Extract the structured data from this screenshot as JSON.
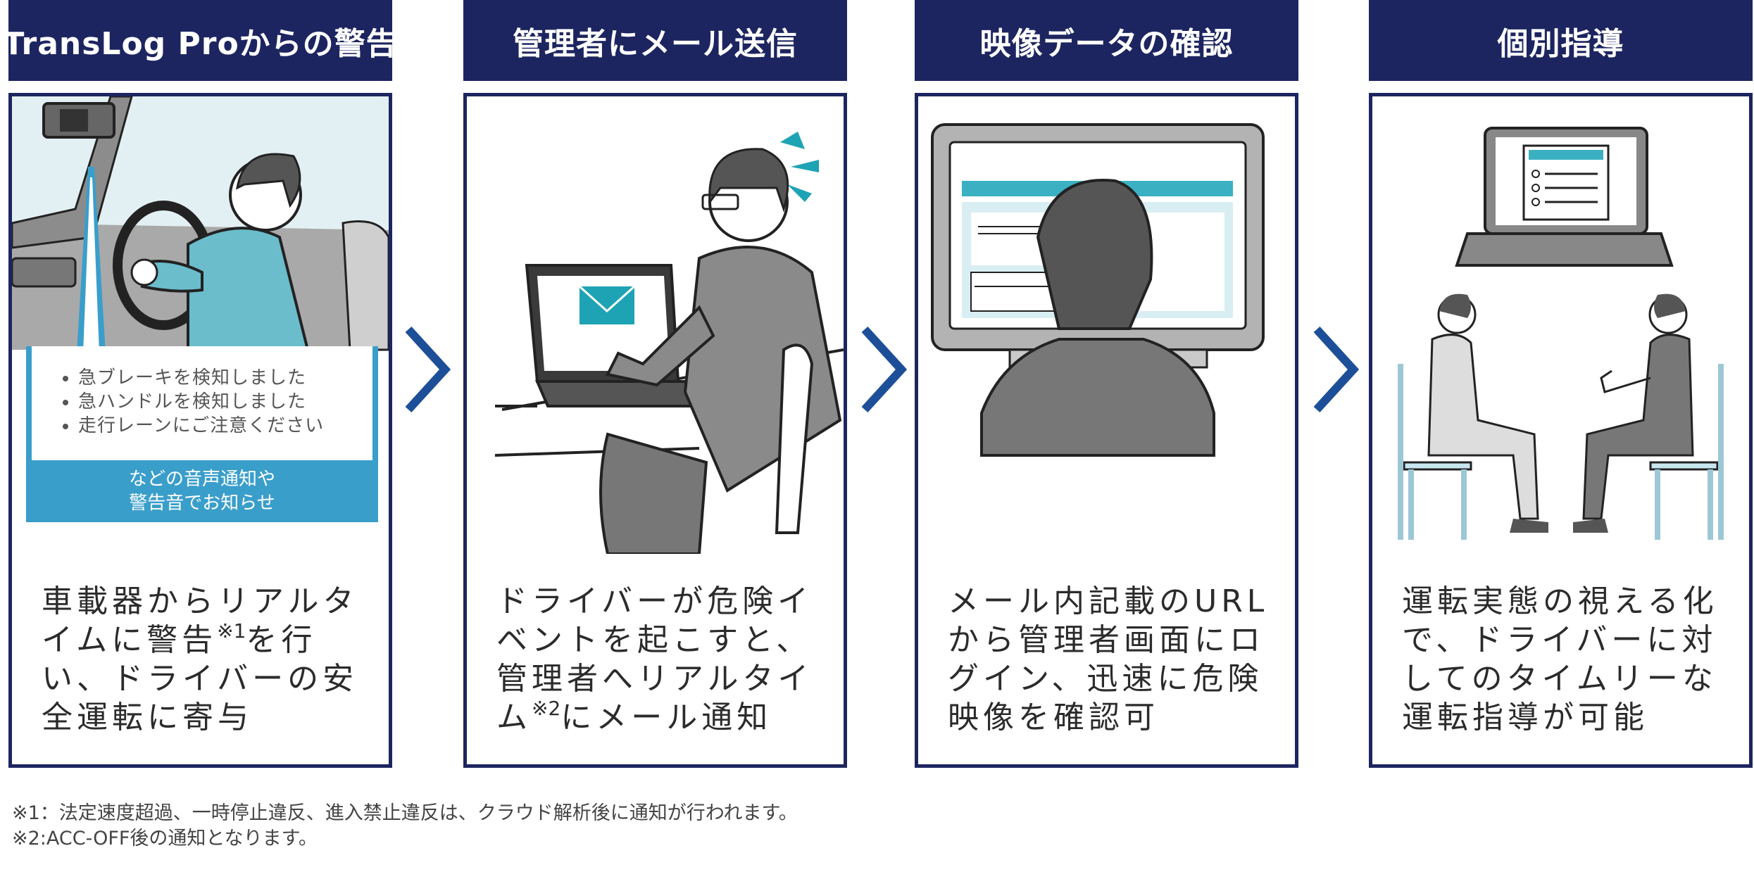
{
  "steps": [
    {
      "title": "TransLog Proからの警告",
      "callout_items": [
        "急ブレーキを検知しました",
        "急ハンドルを検知しました",
        "走行レーンにご注意ください"
      ],
      "callout_note_1": "などの音声通知や",
      "callout_note_2": "警告音でお知らせ",
      "desc_a": "車載器からリアルタイムに警告",
      "desc_sup": "※1",
      "desc_b": "を行い、ドライバーの安全運転に寄与"
    },
    {
      "title": "管理者にメール送信",
      "desc_a": "ドライバーが危険イベントを起こすと、管理者へリアルタイム",
      "desc_sup": "※2",
      "desc_b": "にメール通知"
    },
    {
      "title": "映像データの確認",
      "desc_a": "メール内記載のURLから管理者画面にログイン、迅速に危険映像を確認可"
    },
    {
      "title": "個別指導",
      "desc_a": "運転実態の視える化で、ドライバーに対してのタイムリーな運転指導が可能"
    }
  ],
  "footnotes": [
    "※1：法定速度超過、一時停止違反、進入禁止違反は、クラウド解析後に通知が行われます。",
    "※2:ACC-OFF後の通知となります。"
  ],
  "colors": {
    "navy": "#1d2560",
    "accent": "#3a9ecb",
    "teal": "#1ea3b5"
  }
}
